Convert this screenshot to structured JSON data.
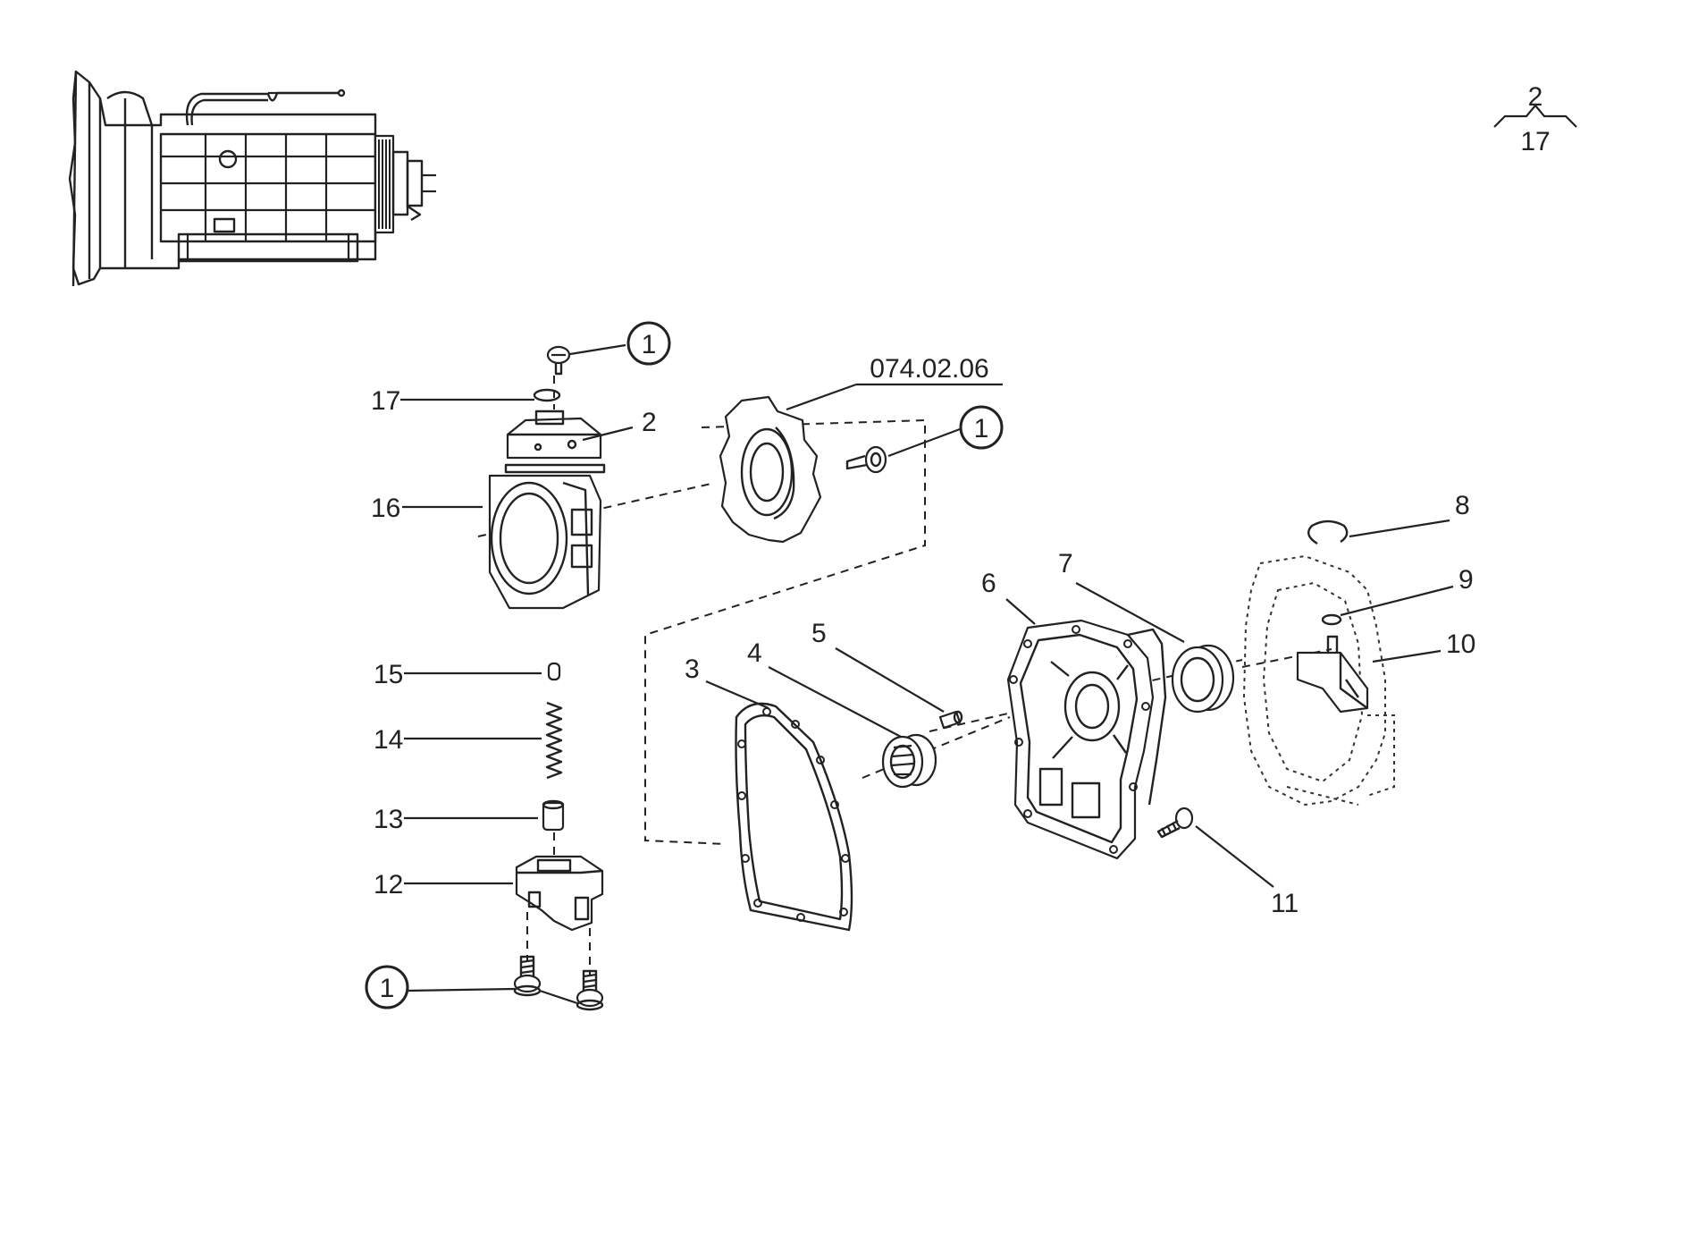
{
  "reference": {
    "top": "2",
    "bottom": "17"
  },
  "reference_drawing": "074.02.06",
  "callout_symbol": "1",
  "labels": {
    "p2": "2",
    "p3": "3",
    "p4": "4",
    "p5": "5",
    "p6": "6",
    "p7": "7",
    "p8": "8",
    "p9": "9",
    "p10": "10",
    "p11": "11",
    "p12": "12",
    "p13": "13",
    "p14": "14",
    "p15": "15",
    "p16": "16",
    "p17": "17"
  }
}
